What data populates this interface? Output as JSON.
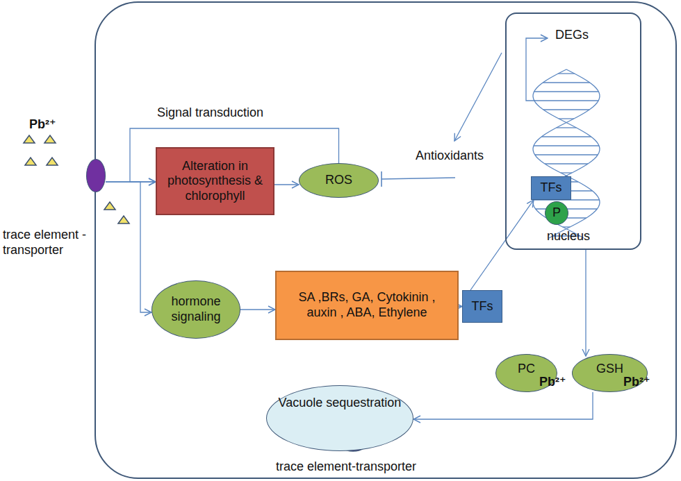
{
  "diagram": {
    "nodes": [
      {
        "text": [
          "Alteration in photosynthesis & chlorophyll"
        ]
      },
      {
        "text": [
          "ROS"
        ]
      },
      {
        "text": [
          "DEGs",
          "nucleus"
        ]
      },
      {
        "text": [
          "TFs"
        ],
        "in": 2
      },
      {
        "text": [
          "P"
        ],
        "in": 2
      },
      {
        "text": [
          "hormone signaling"
        ]
      },
      {
        "text": [
          "SA ,BRs, GA, Cytokinin , auxin , ABA, Ethylene"
        ]
      },
      {
        "text": [
          "TFs"
        ]
      },
      {
        "text": [
          "PC"
        ]
      },
      {
        "text": [
          "GSH"
        ]
      },
      {
        "text": [
          "Vacuole sequestration"
        ]
      },
      {
        "text": [
          "trace element -transporter"
        ]
      }
    ],
    "edges": [
      {
        "from": 0,
        "to": 1,
        "arrow": "to"
      },
      {
        "from": 1,
        "to": 0,
        "arrow": "to",
        "label": "Signal transduction"
      },
      {
        "from": 11,
        "to": 0,
        "arrow": "to"
      },
      {
        "from": 11,
        "to": 5,
        "arrow": "to"
      },
      {
        "from": 5,
        "to": 6,
        "arrow": "to"
      },
      {
        "from": 6,
        "to": 7,
        "arrow": "to"
      },
      {
        "from": 7,
        "to": 3,
        "arrow": "to"
      },
      {
        "from": 2,
        "to": 9,
        "arrow": "to"
      },
      {
        "from": 9,
        "to": 10,
        "arrow": "to"
      }
    ],
    "labels": [
      "Pb²⁺",
      "Antioxidants",
      "Pb²⁺",
      "Pb²⁺",
      "trace element-transporter"
    ]
  }
}
